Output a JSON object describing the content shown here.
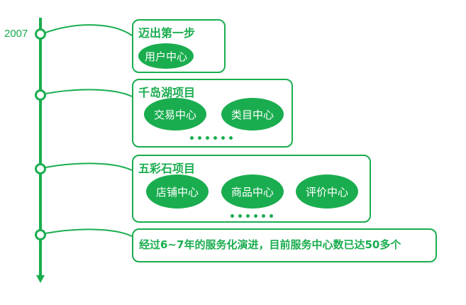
{
  "accent": "#1aad4f",
  "timeline": {
    "start_year": "2007"
  },
  "stages": [
    {
      "title": "迈出第一步",
      "centers": [
        "用户中心"
      ]
    },
    {
      "title": "千岛湖项目",
      "centers": [
        "交易中心",
        "类目中心"
      ]
    },
    {
      "title": "五彩石项目",
      "centers": [
        "店铺中心",
        "商品中心",
        "评价中心"
      ]
    },
    {
      "title": "经过6~7年的服务化演进，目前服务中心数已达50多个"
    }
  ]
}
